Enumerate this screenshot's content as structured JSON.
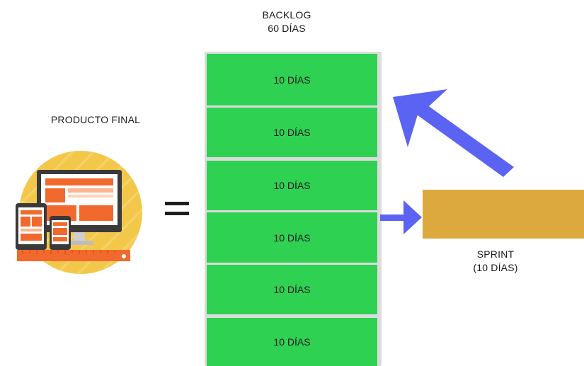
{
  "backlog": {
    "title_line1": "BACKLOG",
    "title_line2": "60 DÍAS",
    "blocks": [
      "10 DÍAS",
      "10 DÍAS",
      "10 DÍAS",
      "10 DÍAS",
      "10 DÍAS",
      "10 DÍAS"
    ]
  },
  "product": {
    "label": "PRODUCTO FINAL"
  },
  "sprint": {
    "label_line1": "SPRINT",
    "label_line2": "(10 DÍAS)"
  },
  "colors": {
    "block_green": "#2fd153",
    "sprint_gold": "#dca93f",
    "arrow_blue": "#5b63f3",
    "illustration_circle": "#f3c84a",
    "illustration_orange": "#f2692d"
  },
  "icons": [
    "devices-illustration",
    "equals-icon",
    "arrow-right-icon",
    "arrow-up-left-icon"
  ]
}
